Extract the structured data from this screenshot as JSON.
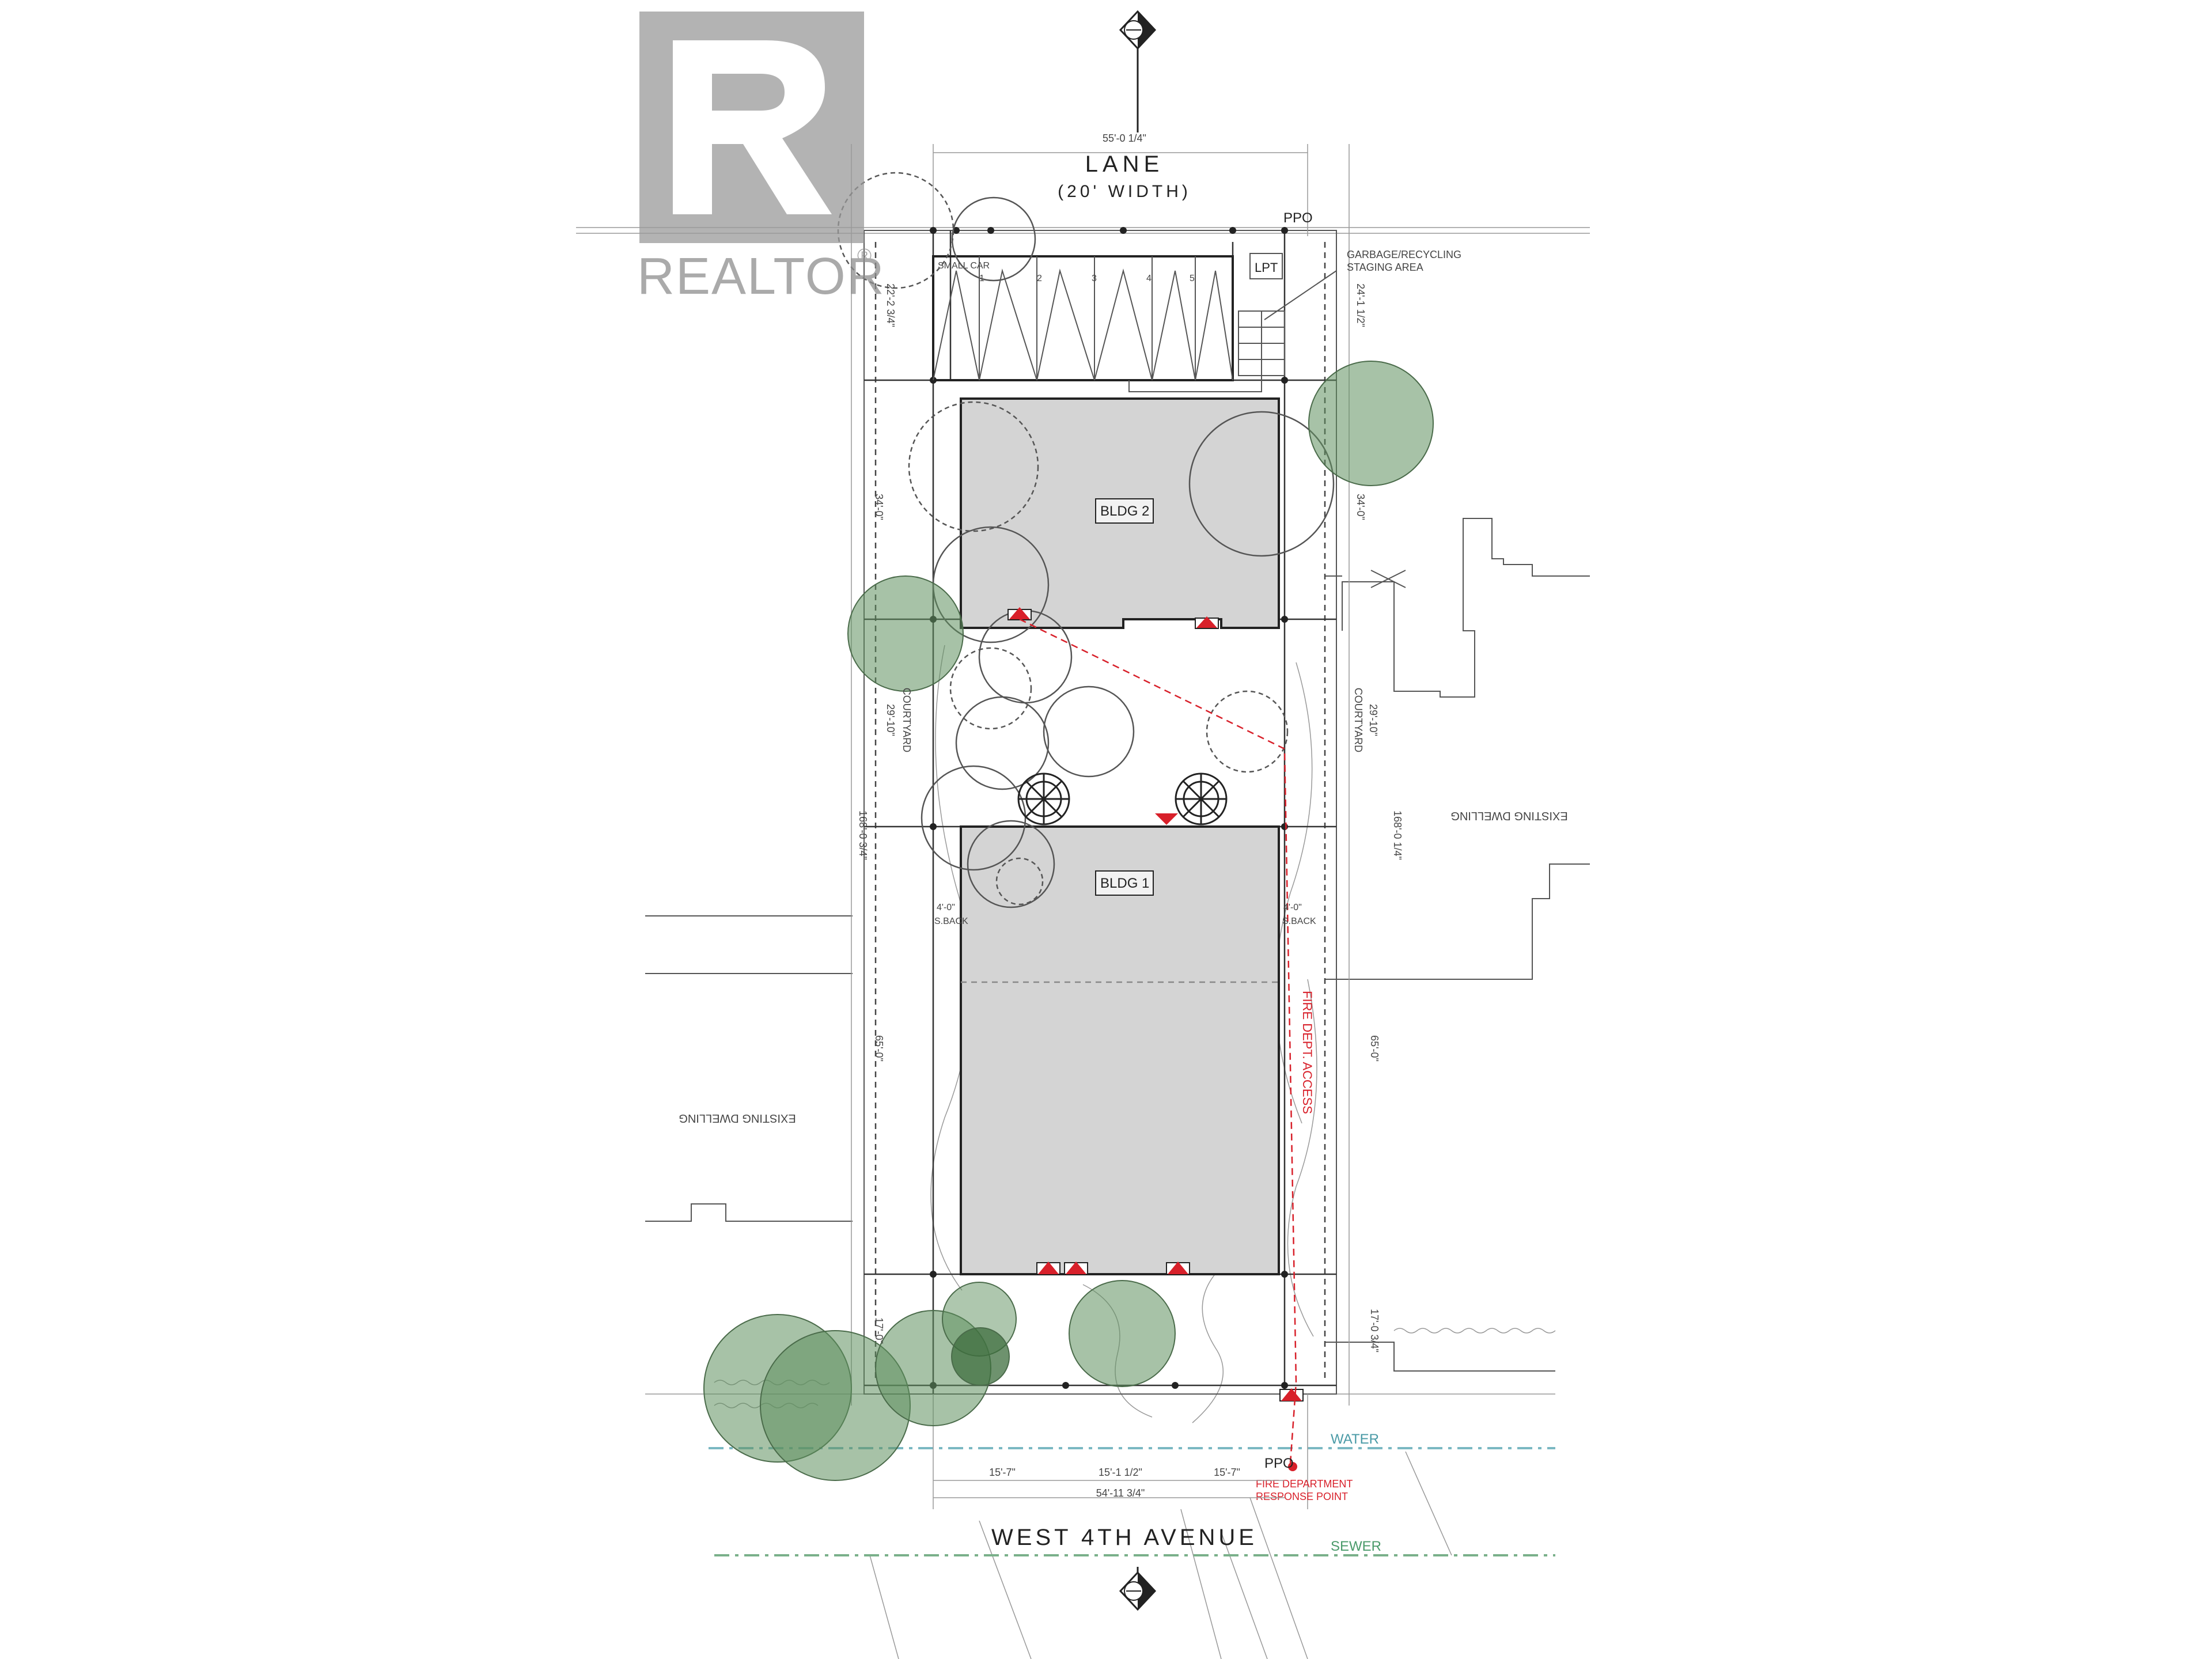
{
  "watermark": {
    "text": "REALTOR",
    "registered_mark": "®",
    "logo": "realtor-r-logo"
  },
  "streets": {
    "lane": "LANE",
    "lane_width": "(20' WIDTH)",
    "avenue": "WEST 4TH AVENUE"
  },
  "utilities": {
    "water": "WATER",
    "sewer": "SEWER",
    "ppo_top": "PPO",
    "ppo_bottom": "PPO"
  },
  "site": {
    "lpt": "LPT",
    "garbage_label": "GARBAGE/RECYCLING",
    "staging_label": "STAGING AREA",
    "small_car": "SMALL CAR",
    "parking_stalls": [
      "1",
      "2",
      "3",
      "4",
      "5"
    ],
    "bldg_2": "BLDG 2",
    "bldg_1": "BLDG 1",
    "courtyard_left": "COURTYARD",
    "courtyard_right": "COURTYARD",
    "existing_dwelling_left": "EXISTING DWELLING",
    "existing_dwelling_right": "EXISTING DWELLING",
    "fire_dept": "FIRE DEPARTMENT",
    "response_point": "RESPONSE POINT",
    "fire_path": "FIRE DEPT. ACCESS"
  },
  "dimensions": {
    "top_width": "55'-0 1/4\"",
    "bottom_width": "54'-11 3/4\"",
    "bottom_seg_1": "15'-7\"",
    "bottom_seg_2": "15'-1 1/2\"",
    "bottom_seg_3": "15'-7\"",
    "left_total": "168'-0 3/4\"",
    "right_total": "168'-0 1/4\"",
    "left_34": "34'-0\"",
    "right_34": "34'-0\"",
    "left_29": "29'-10\"",
    "right_29": "29'-10\"",
    "left_65": "65'-0\"",
    "right_65": "65'-0\"",
    "left_17": "17'-0\"",
    "right_17": "17'-0 3/4\"",
    "right_24": "24'-1 1/2\"",
    "left_22": "22'-2 3/4\"",
    "setback_left": "4'-0\"",
    "setback_right": "4'-0\"",
    "setback_label": "S.BACK"
  },
  "colors": {
    "building_fill": "#d4d4d4",
    "tree_green": "#5e8f5e",
    "marker_red": "#d8202a",
    "water_line": "#7ab8c2",
    "sewer_line": "#7ab08a"
  }
}
